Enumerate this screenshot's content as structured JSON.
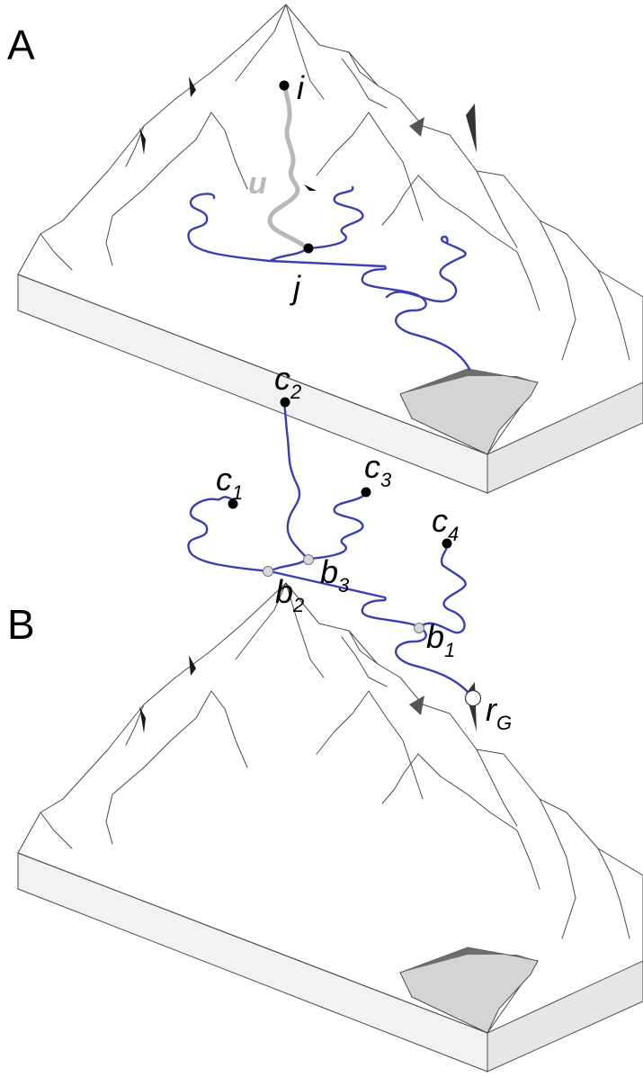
{
  "panels": [
    {
      "letter": "A",
      "labels": {
        "i": "i",
        "j": "j",
        "u": "u"
      }
    },
    {
      "letter": "B",
      "labels": {
        "c1": "c",
        "c1_sub": "1",
        "c2": "c",
        "c2_sub": "2",
        "c3": "c",
        "c3_sub": "3",
        "c4": "c",
        "c4_sub": "4",
        "b1": "b",
        "b1_sub": "1",
        "b2": "b",
        "b2_sub": "2",
        "b3": "b",
        "b3_sub": "3",
        "rG": "r",
        "rG_sub": "G"
      }
    }
  ],
  "colors": {
    "river": "#3a3fb0",
    "path_u": "#b8b8b8",
    "terrain_line": "#4a4a4a",
    "node_black": "#000000",
    "node_grey": "#d8d8d8",
    "outlet_white": "#ffffff",
    "lake_light": "#d4d4d4",
    "lake_dark": "#6e6e6e"
  }
}
